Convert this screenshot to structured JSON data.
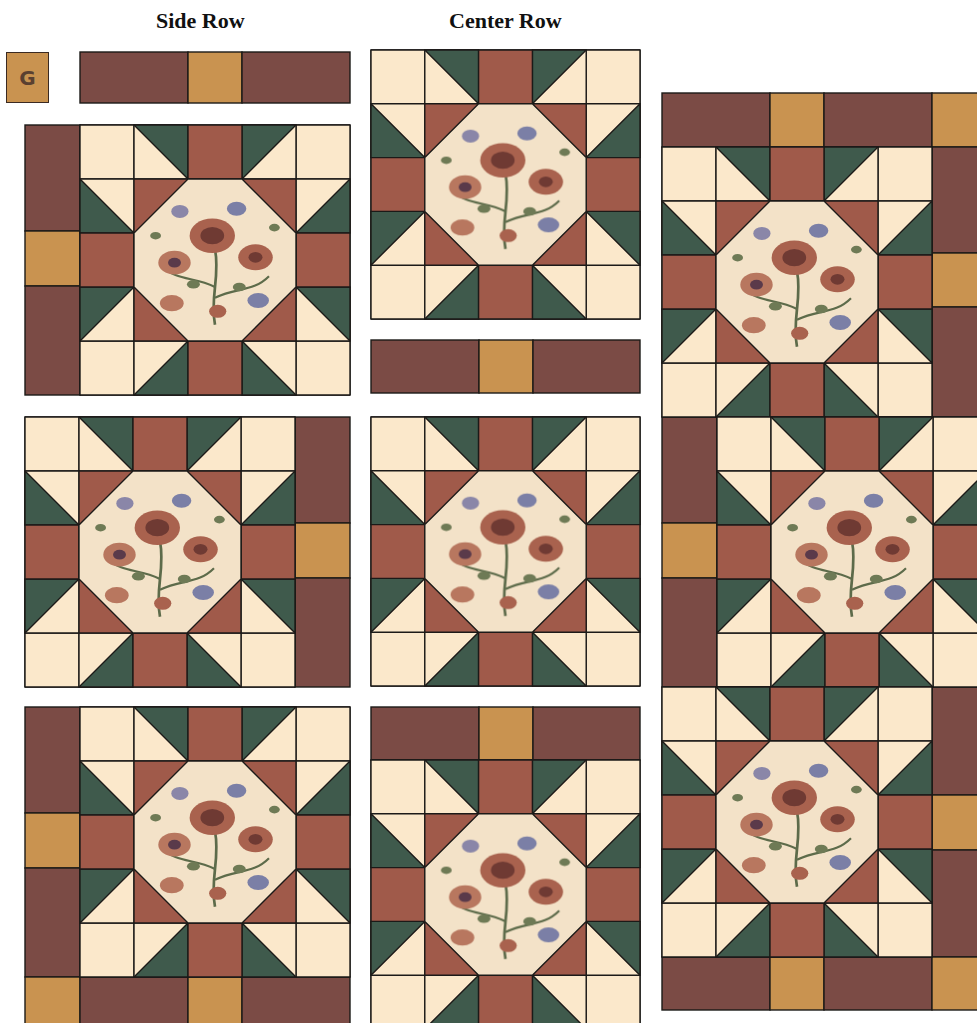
{
  "diagram": {
    "nodes": [
      {
        "text": [
          "G"
        ]
      }
    ],
    "labels": [
      "Side Row",
      "Center Row"
    ]
  }
}
